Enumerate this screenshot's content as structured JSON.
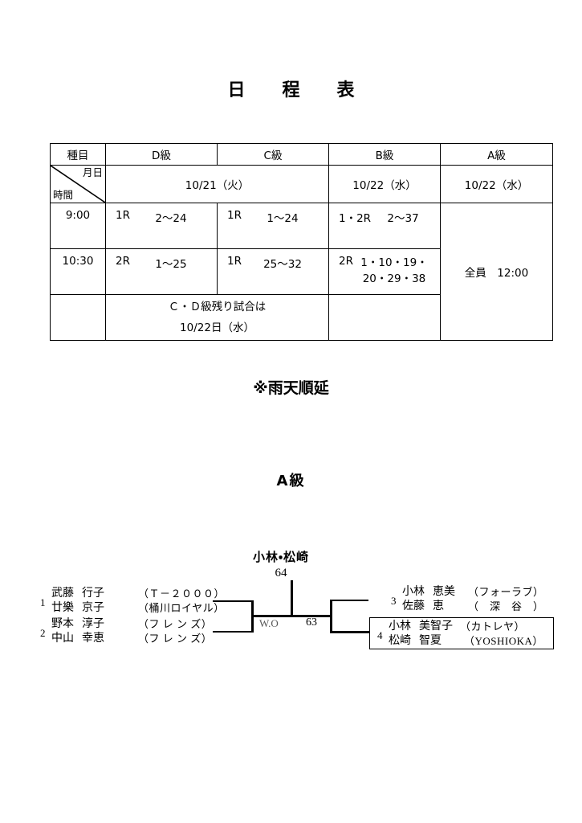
{
  "document": {
    "title": "日　程　表",
    "rain_note": "※雨天順延",
    "class_heading": "A級"
  },
  "schedule_table": {
    "corner_cell": {
      "category_label": "種目",
      "date_label": "月日",
      "time_label": "時間"
    },
    "columns": [
      "種目",
      "D級",
      "C級",
      "B級",
      "A級"
    ],
    "date_row": {
      "d_c_date": "10/21（火）",
      "b_date": "10/22（水）",
      "a_date": "10/22（水）"
    },
    "rows": [
      {
        "time": "9:00",
        "d": {
          "round": "1R",
          "range": "2～24"
        },
        "c": {
          "round": "1R",
          "range": "1～24"
        },
        "b": {
          "round": "1・2R",
          "range": "2～37"
        }
      },
      {
        "time": "10:30",
        "d": {
          "round": "2R",
          "range": "1～25"
        },
        "c": {
          "round": "1R",
          "range": "25～32"
        },
        "b": {
          "round": "2R",
          "range_line1": "1・10・19・",
          "range_line2": "20・29・38"
        }
      },
      {
        "time": "",
        "note_line1": "Ｃ・Ｄ級残り試合は",
        "note_line2": "10/22日（水）"
      }
    ],
    "a_class_cell": "全員　12:00"
  },
  "bracket": {
    "champion": {
      "name": "小林・松崎",
      "score": "64"
    },
    "final_score": "63",
    "walkover_label": "W.O",
    "teams": [
      {
        "seed": "1",
        "players": [
          {
            "surname": "武藤",
            "given": "行子",
            "club": "（Ｔ－２０００）"
          },
          {
            "surname": "廿樂",
            "given": "京子",
            "club": "（桶川ロイヤル）"
          }
        ]
      },
      {
        "seed": "2",
        "players": [
          {
            "surname": "野本",
            "given": "淳子",
            "club": "（フ レ ン ズ）"
          },
          {
            "surname": "中山",
            "given": "幸恵",
            "club": "（フ レ ン ズ）"
          }
        ]
      },
      {
        "seed": "3",
        "players": [
          {
            "surname": "小林",
            "given": "恵美",
            "club": "（フォーラブ）"
          },
          {
            "surname": "佐藤",
            "given": "恵",
            "club": "（　深　谷　）"
          }
        ]
      },
      {
        "seed": "4",
        "players": [
          {
            "surname": "小林",
            "given": "美智子",
            "club": "（カトレヤ）"
          },
          {
            "surname": "松崎",
            "given": "智夏",
            "club": "（YOSHIOKA）"
          }
        ]
      }
    ]
  }
}
